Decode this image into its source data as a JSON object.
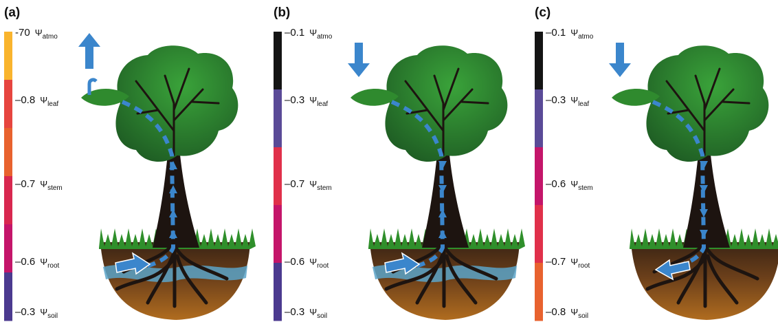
{
  "panels": [
    {
      "label": "(a)",
      "labels": [
        {
          "value": "-70",
          "symbol": "Ψ",
          "sub": "atmo"
        },
        {
          "value": "–0.8",
          "symbol": "Ψ",
          "sub": "leaf"
        },
        {
          "value": "–0.7",
          "symbol": "Ψ",
          "sub": "stem"
        },
        {
          "value": "–0.6",
          "symbol": "Ψ",
          "sub": "root"
        },
        {
          "value": "–0.3",
          "symbol": "Ψ",
          "sub": "soil"
        }
      ],
      "bar_colors": [
        "#f9b42d",
        "#e6453f",
        "#e8622e",
        "#d8274f",
        "#c4156a",
        "#4b3a8f"
      ],
      "flow_direction": "up",
      "soil_water": true,
      "root_arrow": "into-root"
    },
    {
      "label": "(b)",
      "labels": [
        {
          "value": "–0.1",
          "symbol": "Ψ",
          "sub": "atmo"
        },
        {
          "value": "–0.3",
          "symbol": "Ψ",
          "sub": "leaf"
        },
        {
          "value": "–0.7",
          "symbol": "Ψ",
          "sub": "stem"
        },
        {
          "value": "–0.6",
          "symbol": "Ψ",
          "sub": "root"
        },
        {
          "value": "–0.3",
          "symbol": "Ψ",
          "sub": "soil"
        }
      ],
      "bar_colors": [
        "#141414",
        "#5a4a97",
        "#e0304a",
        "#c4156a",
        "#4b3a8f"
      ],
      "flow_direction": "mixed",
      "soil_water": true,
      "root_arrow": "into-root"
    },
    {
      "label": "(c)",
      "labels": [
        {
          "value": "–0.1",
          "symbol": "Ψ",
          "sub": "atmo"
        },
        {
          "value": "–0.3",
          "symbol": "Ψ",
          "sub": "leaf"
        },
        {
          "value": "–0.6",
          "symbol": "Ψ",
          "sub": "stem"
        },
        {
          "value": "–0.7",
          "symbol": "Ψ",
          "sub": "root"
        },
        {
          "value": "–0.8",
          "symbol": "Ψ",
          "sub": "soil"
        }
      ],
      "bar_colors": [
        "#141414",
        "#5a4a97",
        "#c4156a",
        "#e0304a",
        "#e8622e"
      ],
      "flow_direction": "down",
      "soil_water": false,
      "root_arrow": "out-of-root"
    }
  ],
  "colors": {
    "arrow": "#3b86cc",
    "foliage": "#2f8a2e",
    "foliage_dark": "#1f5e24",
    "trunk": "#1d1410",
    "grass": "#2f8f2b",
    "soil_top": "#3a2414",
    "soil_bottom": "#b06c1f",
    "water": "#5aa3c8"
  }
}
